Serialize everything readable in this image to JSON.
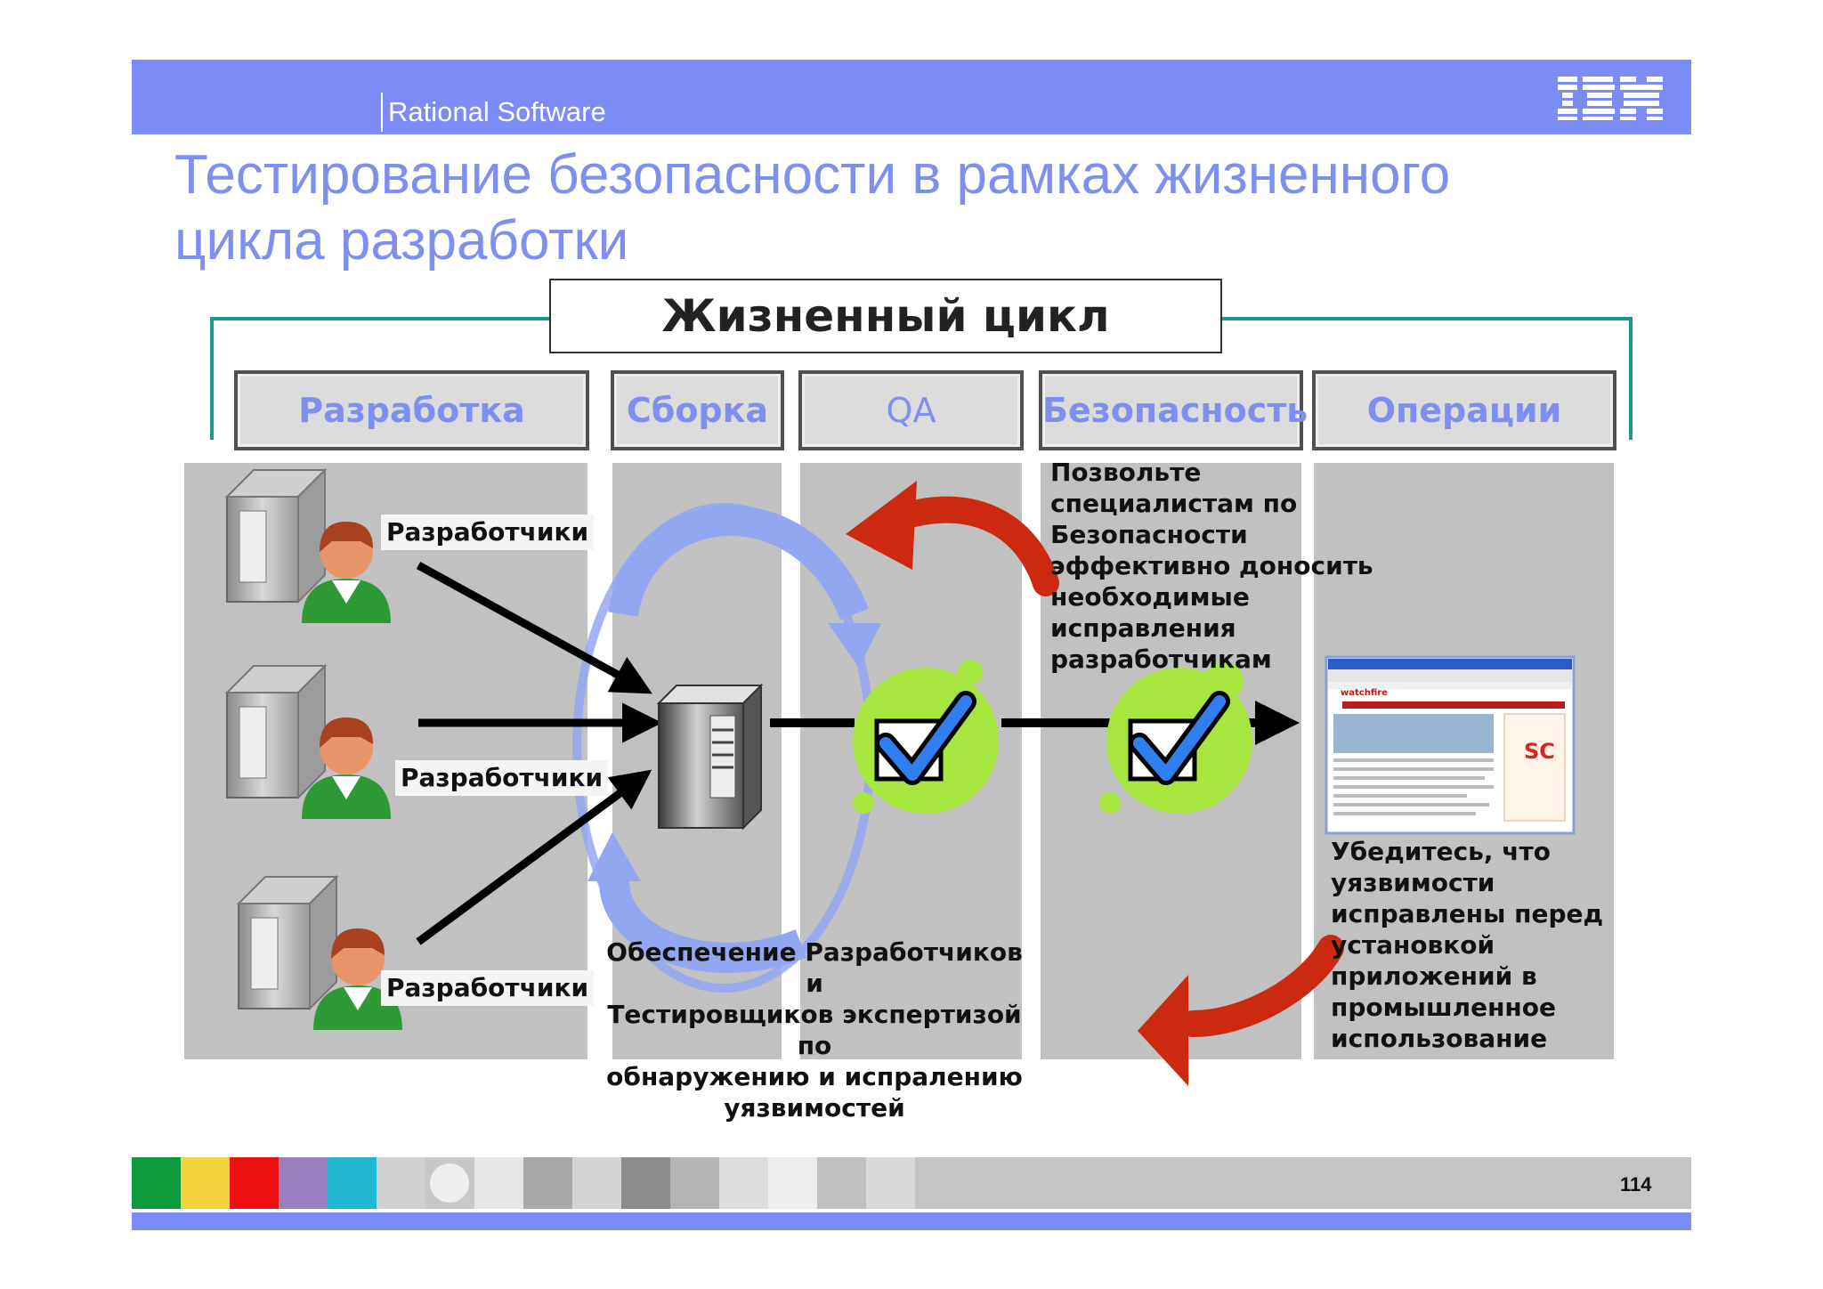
{
  "header": {
    "brand": "Rational Software",
    "logo_text": "IBM",
    "title_line1": "Тестирование безопасности в рамках жизненного",
    "title_line2": "цикла разработки"
  },
  "lifecycle": {
    "title": "Жизненный цикл",
    "phases": [
      "Разработка",
      "Сборка",
      "QA",
      "Безопасность",
      "Операции"
    ]
  },
  "labels": {
    "developers_1": "Разработчики",
    "developers_2": "Разработчики",
    "developers_3": "Разработчики"
  },
  "notes": {
    "security": [
      "Позвольте",
      "специалистам по",
      "Безопасности",
      "эффективно доносить",
      "необходимые",
      "исправления",
      "разработчикам"
    ],
    "build_qa": [
      "Обеспечение Разработчиков и",
      "Тестировщиков экспертизой по",
      "обнаружению и испралению",
      "уязвимостей"
    ],
    "operations": [
      "Убедитесь, что",
      "уязвимости",
      "исправлены перед",
      "установкой",
      "приложений в",
      "промышленное",
      "использование"
    ]
  },
  "screenshot": {
    "brand": "watchfire",
    "badge": "SC"
  },
  "colors": {
    "header_bar": "#7b8cf6",
    "title": "#7f8ff0",
    "column": "#c1c1c1",
    "bracket": "#1b9a8c",
    "red_arrow": "#cc2a10",
    "blue_loop": "#93a6f2",
    "check_bg": "#a6e63e",
    "check": "#2f80ee"
  },
  "footer": {
    "page_number": "114"
  }
}
